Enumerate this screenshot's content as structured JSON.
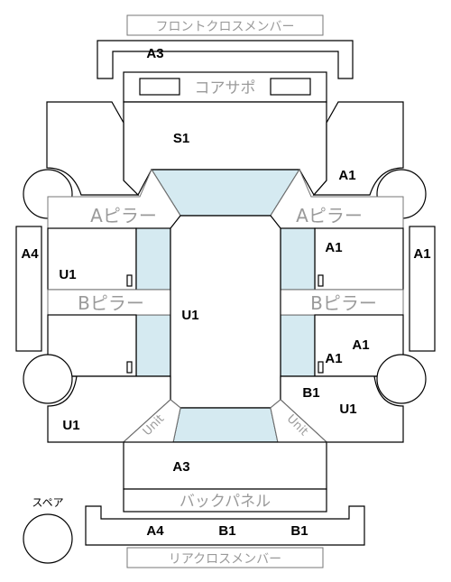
{
  "labels": {
    "front_cross_member": "フロントクロスメンバー",
    "core_support": "コアサポ",
    "a_pillar": "Aピラー",
    "b_pillar": "Bピラー",
    "back_panel": "バックパネル",
    "rear_cross_member": "リアクロスメンバー",
    "spare": "スペア",
    "unit": "Unit"
  },
  "codes": {
    "front_cross_member": "A3",
    "core_support": "S1",
    "front_right_fender": "A1",
    "left_side": "A4",
    "right_side": "A1",
    "front_right_door": "A1",
    "front_left_door": "U1",
    "roof": "U1",
    "rear_right_door_1": "A1",
    "rear_right_door_2": "A1",
    "rear_right_quarter_b": "B1",
    "rear_right_quarter_u": "U1",
    "rear_left_quarter": "U1",
    "trunk": "A3",
    "rear_cross_left": "A4",
    "rear_cross_mid": "B1",
    "rear_cross_right": "B1"
  },
  "colors": {
    "glass": "#d5eaf1",
    "line": "#000000",
    "gray_label": "#9a9a9a"
  }
}
